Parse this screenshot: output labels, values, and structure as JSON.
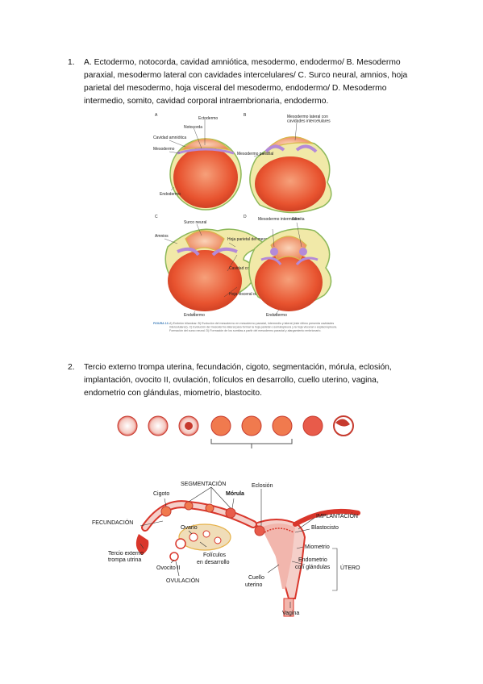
{
  "items": [
    {
      "number": "1.",
      "text": "A. Ectodermo, notocorda, cavidad amniótica, mesodermo, endodermo/ B. Mesodermo paraxial, mesodermo lateral con cavidades intercelulares/ C. Surco neural, amnios, hoja parietal del mesodermo, hoja visceral del mesodermo, endodermo/ D. Mesodermo intermedio, somito, cavidad corporal intraembrionaria, endodermo."
    },
    {
      "number": "2.",
      "text": "Tercio externo trompa uterina, fecundación, cigoto, segmentación, mórula, eclosión, implantación, ovocito II, ovulación, folículos en desarrollo, cuello uterino, vagina, endometrio con glándulas, miometrio, blastocito."
    }
  ],
  "figure1": {
    "panels": [
      "A",
      "B",
      "C",
      "D"
    ],
    "labels": {
      "ectodermo": "Ectodermo",
      "notocorda": "Notocorda",
      "cavidad_amniotica": "Cavidad amniótica",
      "mesodermo": "Mesodermo",
      "endodermo_a": "Endodermo",
      "mesodermo_lateral": "Mesodermo lateral con cavidades intercelulares",
      "mesodermo_paraxial": "Mesodermo paraxial",
      "surco_neural": "Surco neural",
      "amnios": "Amnios",
      "hoja_parietal": "Hoja parietal del mesodermo",
      "cavidad_corporal": "Cavidad corporal intraembrionaria",
      "hoja_visceral": "Hoja visceral del mesodermo",
      "endodermo_c": "Endodermo",
      "mesodermo_intermedio": "Mesodermo intermedio",
      "somita": "Somita",
      "endodermo_d": "Endodermo"
    },
    "caption_label": "FIGURA 13.",
    "caption_text": "A) Embrión trilaminar. B) Evolución del mesodermo en mesodermo paraxial, intermedio y lateral (este último presenta cavidades intercelulares). C) Evolución del mesodermo lateral para formar la hoja parietal o somatopleura y la hoja visceral o esplacnopleura. Formación del surco neural. D) Formación de los somitas a partir del mesodermo paraxial y alargamiento embrionario."
  },
  "figure2": {
    "labels": {
      "segmentacion": "SEGMENTACIÓN",
      "eclosion": "Eclosión",
      "cigoto": "Cigoto",
      "morula": "Mórula",
      "fecundacion": "FECUNDACIÓN",
      "ovario": "Ovario",
      "implantacion": "IMPLANTACIÓN",
      "blastocisto": "Blastocisto",
      "miometrio": "Miometrio",
      "tercio_externo": "Tercio externo",
      "trompa_utrina": "trompa utrina",
      "ovocito": "Ovocito II",
      "foliculos": "Folículos",
      "en_desarrollo": "en desarrollo",
      "endometrio": "Endometrio",
      "con_glandulas": "con glándulas",
      "utero": "ÚTERO",
      "ovulacion": "OVULACIÓN",
      "cuello": "Cuello",
      "uterino": "uterino",
      "vagina": "Vagina"
    },
    "colors": {
      "tissue": "#d9362b",
      "pink": "#f2b6ad",
      "orange": "#f07a4e",
      "gold": "#e6b24a"
    }
  }
}
